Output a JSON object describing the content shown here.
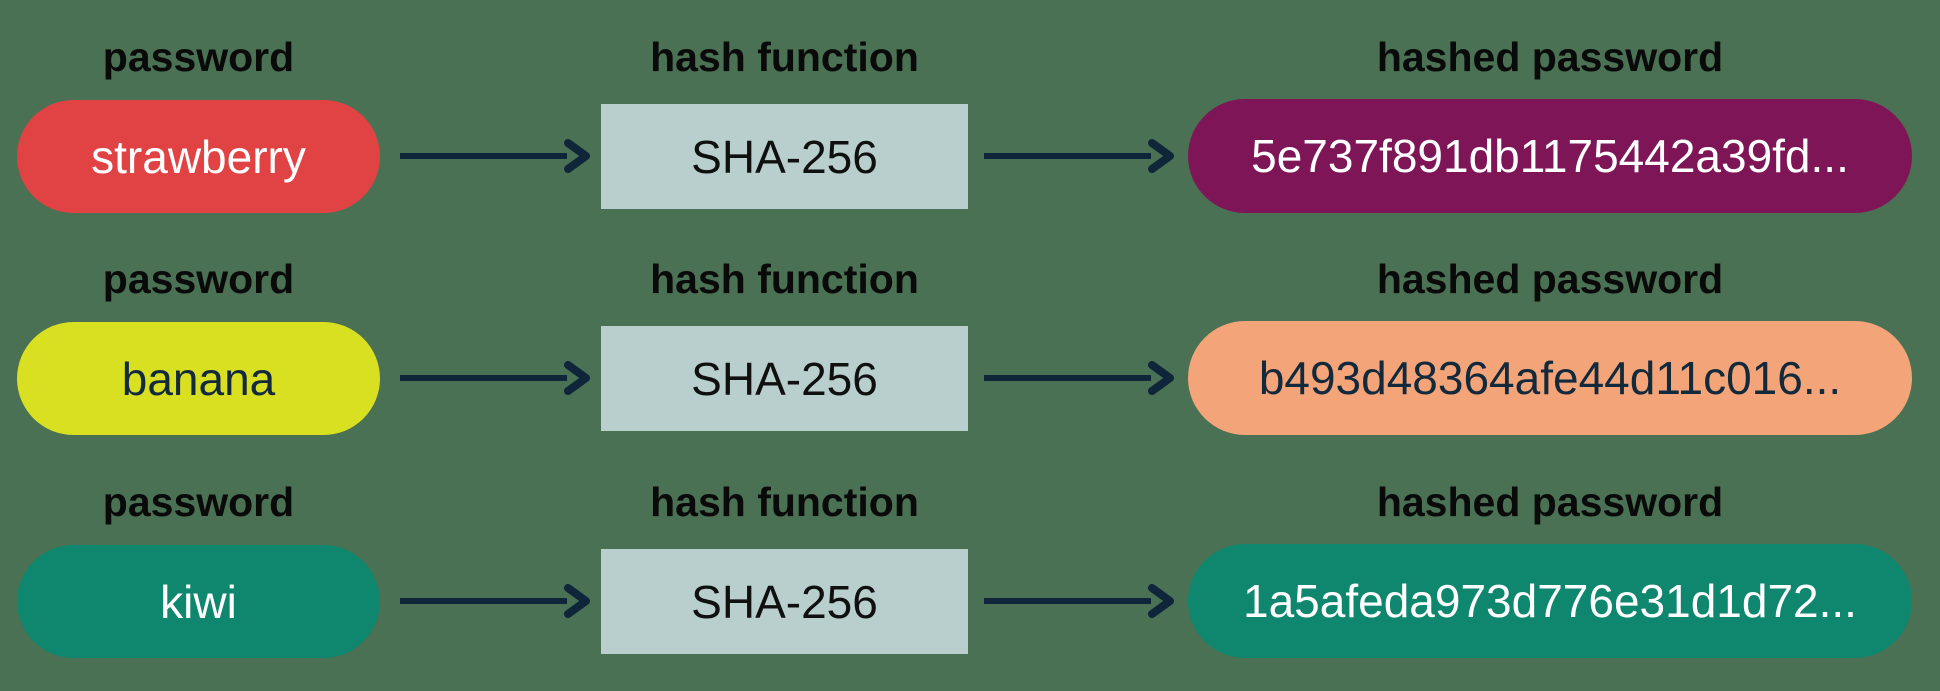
{
  "colors": {
    "background": "#4a7153",
    "arrow": "#0f2539",
    "label_text": "#0a0a0a",
    "hash_box_bg": "#b8cfce",
    "hash_box_text": "#101010"
  },
  "labels": {
    "password": "password",
    "hash_function": "hash function",
    "hashed_password": "hashed password"
  },
  "hash_function": {
    "algorithm": "SHA-256"
  },
  "rows": [
    {
      "password": "strawberry",
      "password_bg": "#e14344",
      "password_text_color": "#ffffff",
      "hashed": "5e737f891db1175442a39fd...",
      "hashed_bg": "#7e1557",
      "hashed_text_color": "#ffffff"
    },
    {
      "password": "banana",
      "password_bg": "#d9e021",
      "password_text_color": "#13293c",
      "hashed": "b493d48364afe44d11c016...",
      "hashed_bg": "#f3a478",
      "hashed_text_color": "#13293c"
    },
    {
      "password": "kiwi",
      "password_bg": "#0f866e",
      "password_text_color": "#ffffff",
      "hashed": "1a5afeda973d776e31d1d72...",
      "hashed_bg": "#0f866e",
      "hashed_text_color": "#ffffff"
    }
  ]
}
